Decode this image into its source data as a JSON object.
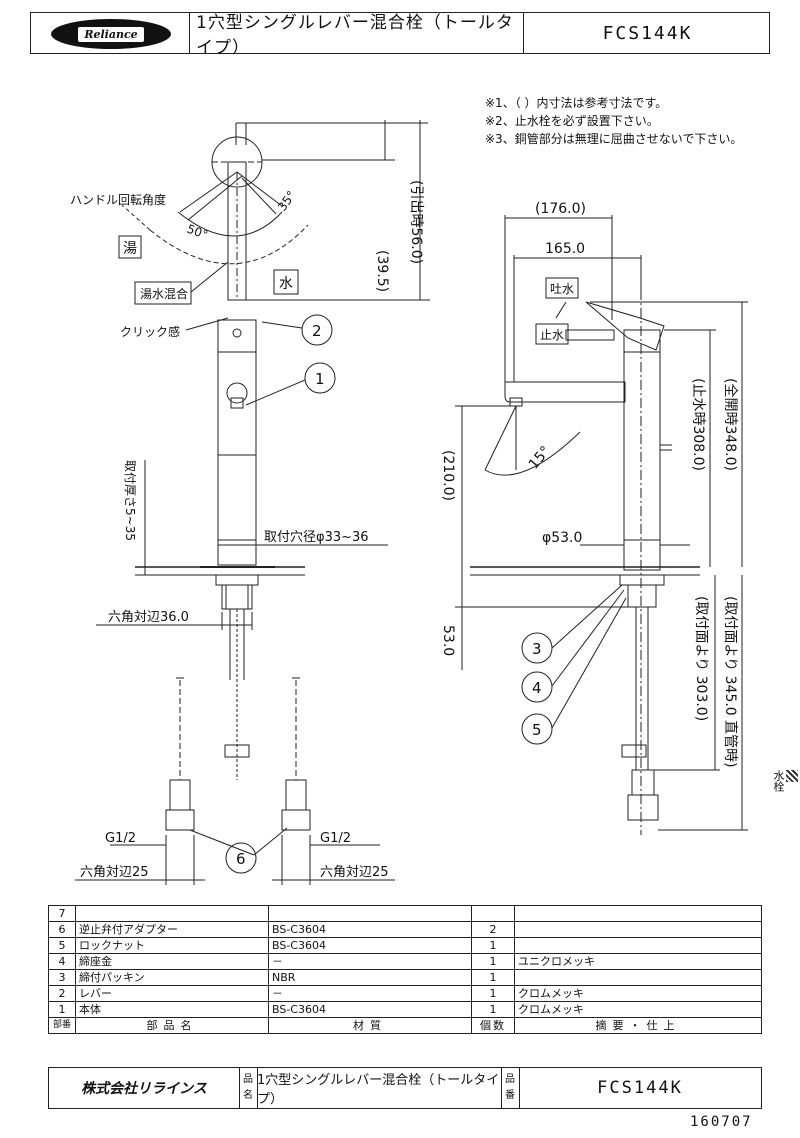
{
  "header": {
    "logo_text": "Reliance",
    "title": "1穴型シングルレバー混合栓（トールタイプ）",
    "model": "FCS144K"
  },
  "notes": [
    "※1、（ ）内寸法は参考寸法です。",
    "※2、止水栓を必ず設置下さい。",
    "※3、銅管部分は無理に屈曲させないで下さい。"
  ],
  "front_view": {
    "handle_angle_label": "ハンドル回転角度",
    "hot_label": "湯",
    "cold_label": "水",
    "mix_label": "湯水混合",
    "click_label": "クリック感",
    "angle_left": "50°",
    "angle_right": "35°",
    "dim_39_5": "(39.5)",
    "dim_spout_height": "(引出時56.0)",
    "counter_thickness": "取付厚さ5~35",
    "mount_hole": "取付穴径φ33~36",
    "hex_36": "六角対辺36.0",
    "thread_left": "G1/2",
    "thread_right": "G1/2",
    "hex_left": "六角対辺25",
    "hex_right": "六角対辺25",
    "balloons": [
      "1",
      "2",
      "6"
    ]
  },
  "side_view": {
    "dim_176": "(176.0)",
    "dim_165": "165.0",
    "spout_label": "吐水",
    "stop_label": "止水",
    "angle_15": "15°",
    "dim_210": "(210.0)",
    "dim_53_dia": "φ53.0",
    "dim_53": "53.0",
    "dim_stop_308": "(止水時308.0)",
    "dim_full_348": "(全開時348.0)",
    "dim_303": "(取付面より 303.0)",
    "dim_345": "(取付面より 345.0 直管時)",
    "balloons": [
      "3",
      "4",
      "5"
    ]
  },
  "side_tab": "水栓",
  "parts_table": {
    "rows": [
      {
        "no": "7",
        "name": "",
        "material": "",
        "qty": "",
        "note": ""
      },
      {
        "no": "6",
        "name": "逆止弁付アダプター",
        "material": "BS-C3604",
        "qty": "2",
        "note": ""
      },
      {
        "no": "5",
        "name": "ロックナット",
        "material": "BS-C3604",
        "qty": "1",
        "note": ""
      },
      {
        "no": "4",
        "name": "締座金",
        "material": "－",
        "qty": "1",
        "note": "ユニクロメッキ"
      },
      {
        "no": "3",
        "name": "締付パッキン",
        "material": "NBR",
        "qty": "1",
        "note": ""
      },
      {
        "no": "2",
        "name": "レバー",
        "material": "－",
        "qty": "1",
        "note": "クロムメッキ"
      },
      {
        "no": "1",
        "name": "本体",
        "material": "BS-C3604",
        "qty": "1",
        "note": "クロムメッキ"
      }
    ],
    "header": {
      "no": "部番",
      "name": "部品名",
      "material": "材質",
      "qty": "個数",
      "note": "摘要・仕上"
    }
  },
  "footer": {
    "company": "株式会社リラインス",
    "name_label_1": "品",
    "name_label_2": "名",
    "product_name": "1穴型シングルレバー混合栓（トールタイプ）",
    "no_label_1": "品",
    "no_label_2": "番",
    "product_no": "FCS144K"
  },
  "drawing_number": "160707"
}
